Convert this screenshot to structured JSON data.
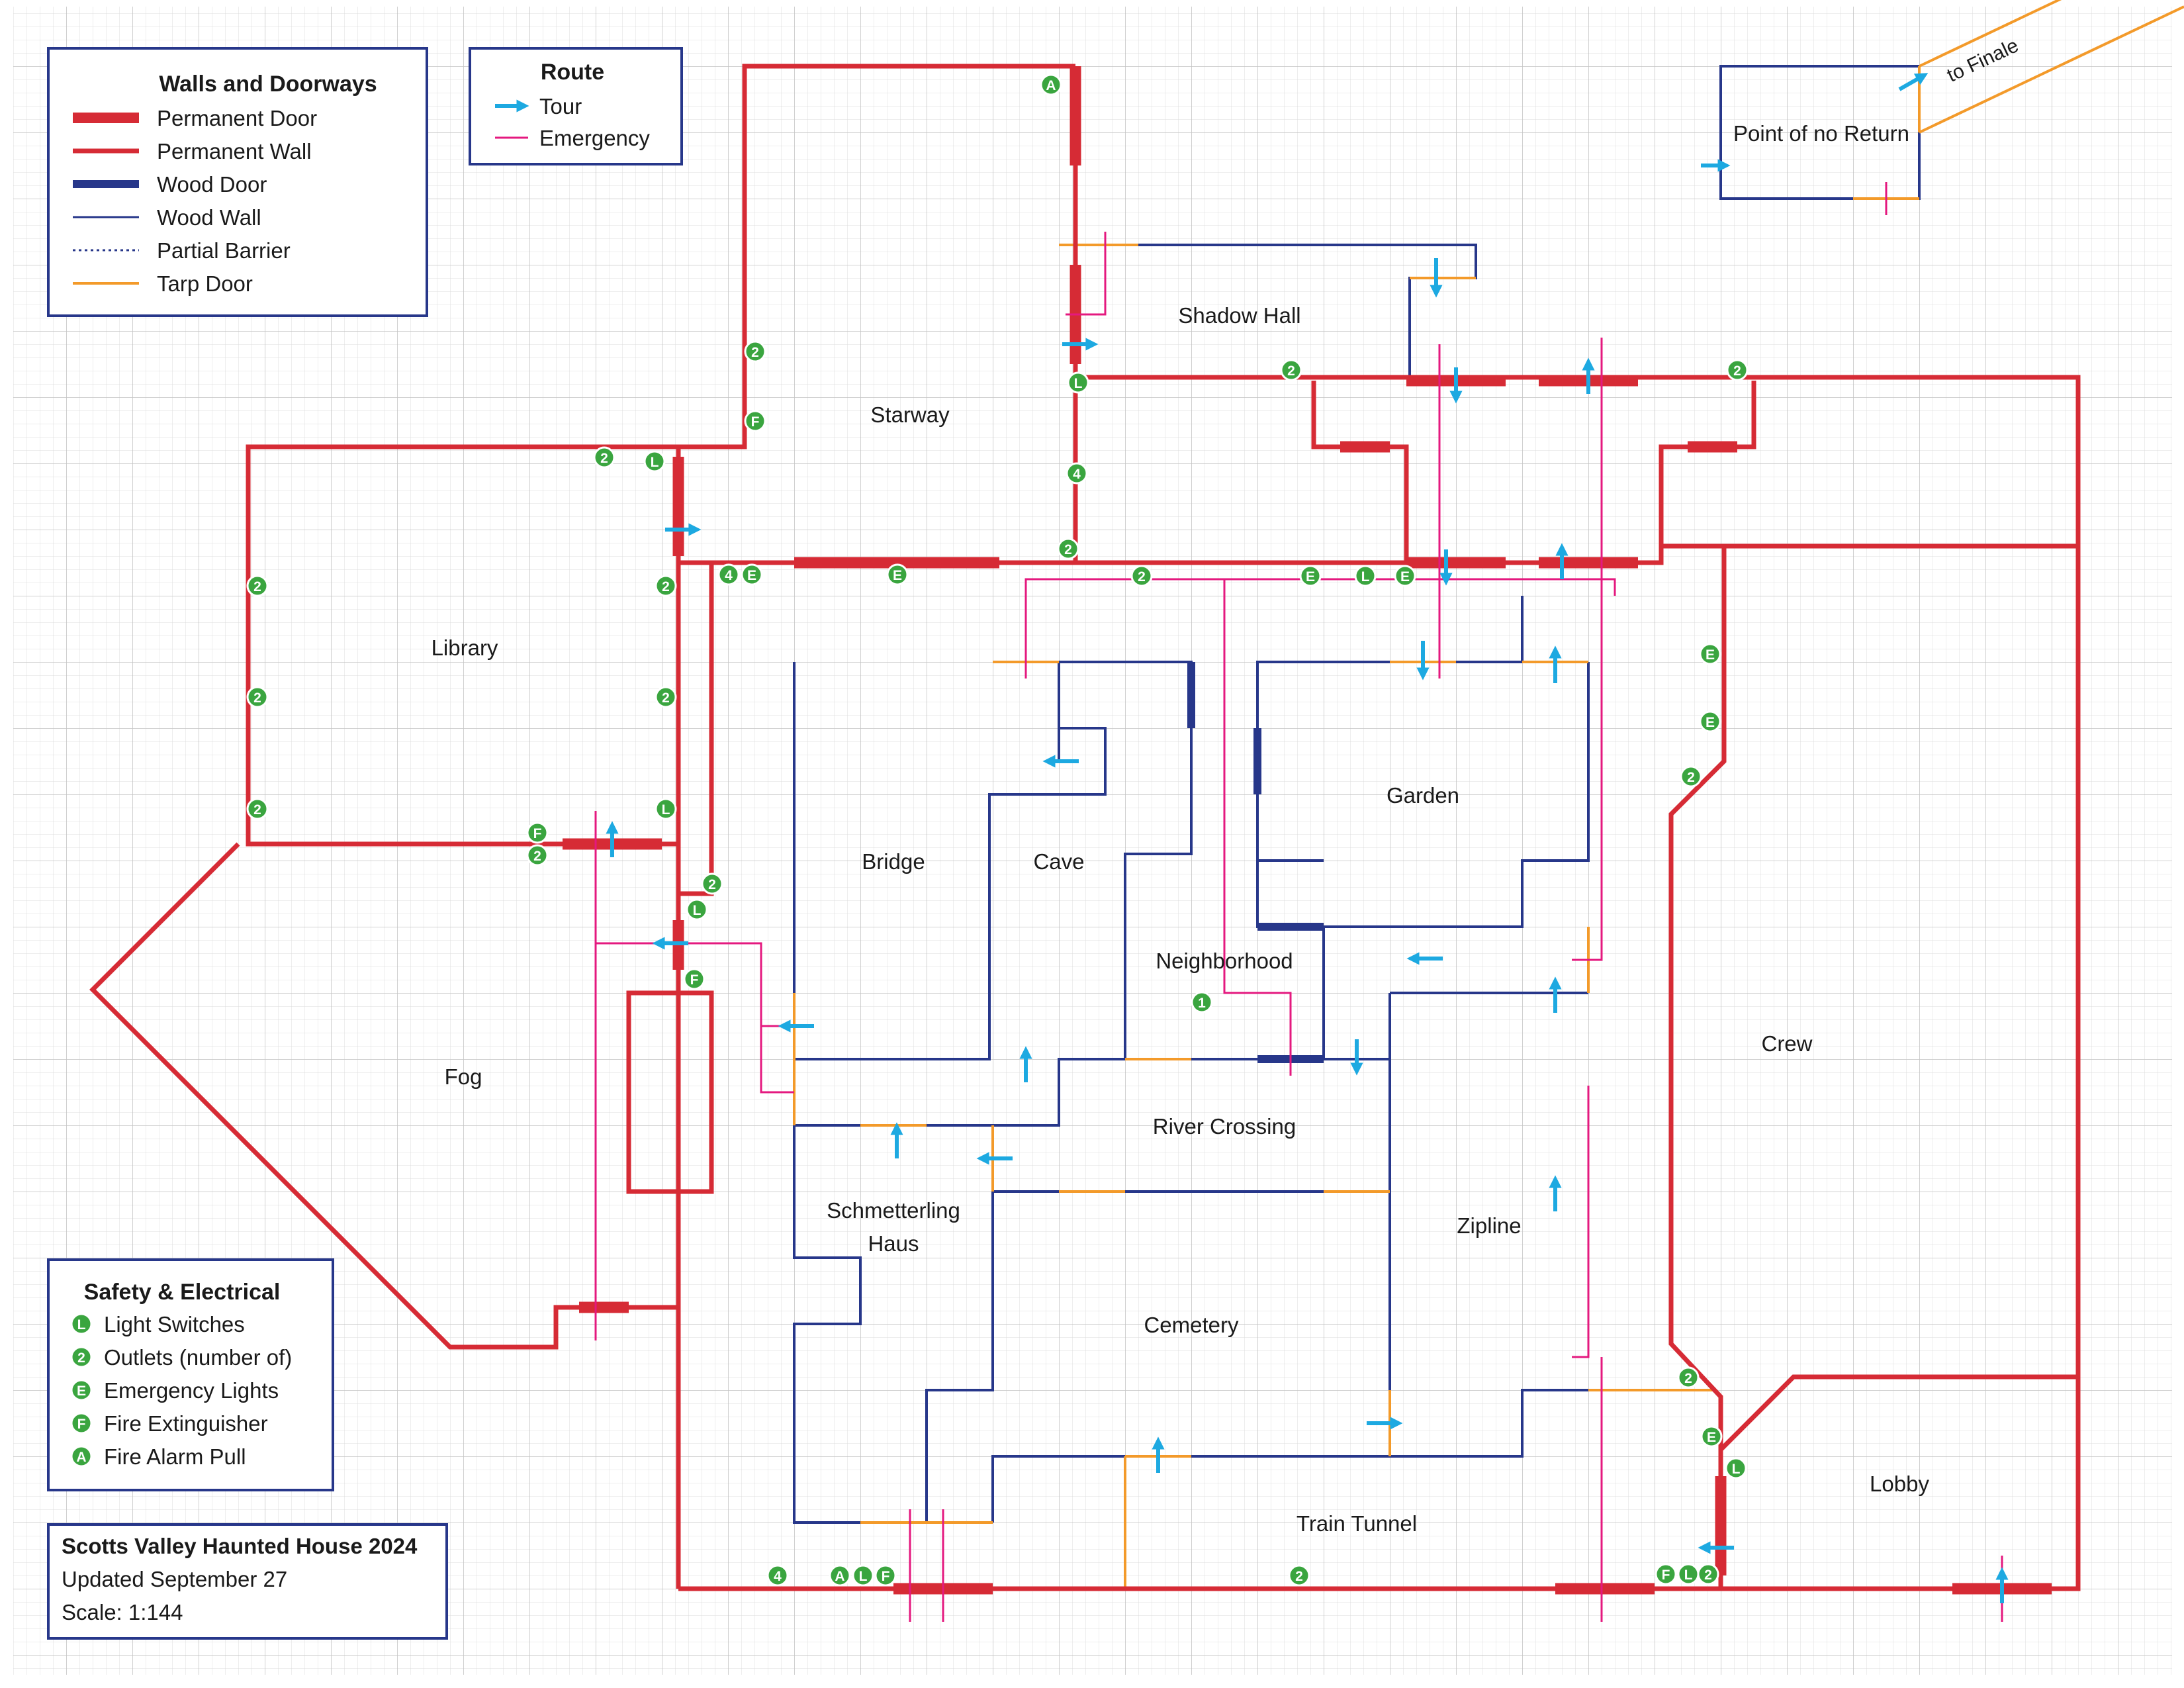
{
  "colors": {
    "permanent": "#d62b35",
    "wood": "#27378a",
    "tarp": "#f39a2a",
    "tour": "#1da9e1",
    "emergency": "#e4197f",
    "badge": "#3aa53f",
    "grid": "#d7d7d7"
  },
  "legend_walls": {
    "title": "Walls and Doorways",
    "items": [
      "Permanent Door",
      "Permanent Wall",
      "Wood Door",
      "Wood Wall",
      "Partial Barrier",
      "Tarp Door"
    ]
  },
  "legend_route": {
    "title": "Route",
    "items": [
      "Tour",
      "Emergency"
    ]
  },
  "legend_safety": {
    "title": "Safety & Electrical",
    "items": [
      {
        "symbol": "L",
        "label": "Light Switches"
      },
      {
        "symbol": "2",
        "label": "Outlets (number of)"
      },
      {
        "symbol": "E",
        "label": "Emergency Lights"
      },
      {
        "symbol": "F",
        "label": "Fire Extinguisher"
      },
      {
        "symbol": "A",
        "label": "Fire Alarm Pull"
      }
    ]
  },
  "info": {
    "title": "Scotts Valley Haunted House 2024",
    "updated": "Updated September 27",
    "scale": "Scale: 1:144"
  },
  "rooms": {
    "point_of_no_return": "Point of no Return",
    "to_finale": "to Finale",
    "shadow_hall": "Shadow Hall",
    "starway": "Starway",
    "library": "Library",
    "bridge": "Bridge",
    "cave": "Cave",
    "garden": "Garden",
    "neighborhood": "Neighborhood",
    "fog": "Fog",
    "crew": "Crew",
    "river_crossing": "River Crossing",
    "schmetterling_1": "Schmetterling",
    "schmetterling_2": "Haus",
    "zipline": "Zipline",
    "cemetery": "Cemetery",
    "lobby": "Lobby",
    "train_tunnel": "Train Tunnel"
  },
  "badges": [
    "A",
    "2",
    "F",
    "2",
    "L",
    "L",
    "4",
    "2",
    "2",
    "2",
    "2",
    "2",
    "2",
    "L",
    "4",
    "E",
    "E",
    "2",
    "E",
    "L",
    "E",
    "2",
    "2",
    "F",
    "2",
    "L",
    "F",
    "1",
    "E",
    "E",
    "2",
    "2",
    "E",
    "L",
    "2",
    "4",
    "A",
    "L",
    "F",
    "2",
    "F",
    "L",
    "2"
  ]
}
